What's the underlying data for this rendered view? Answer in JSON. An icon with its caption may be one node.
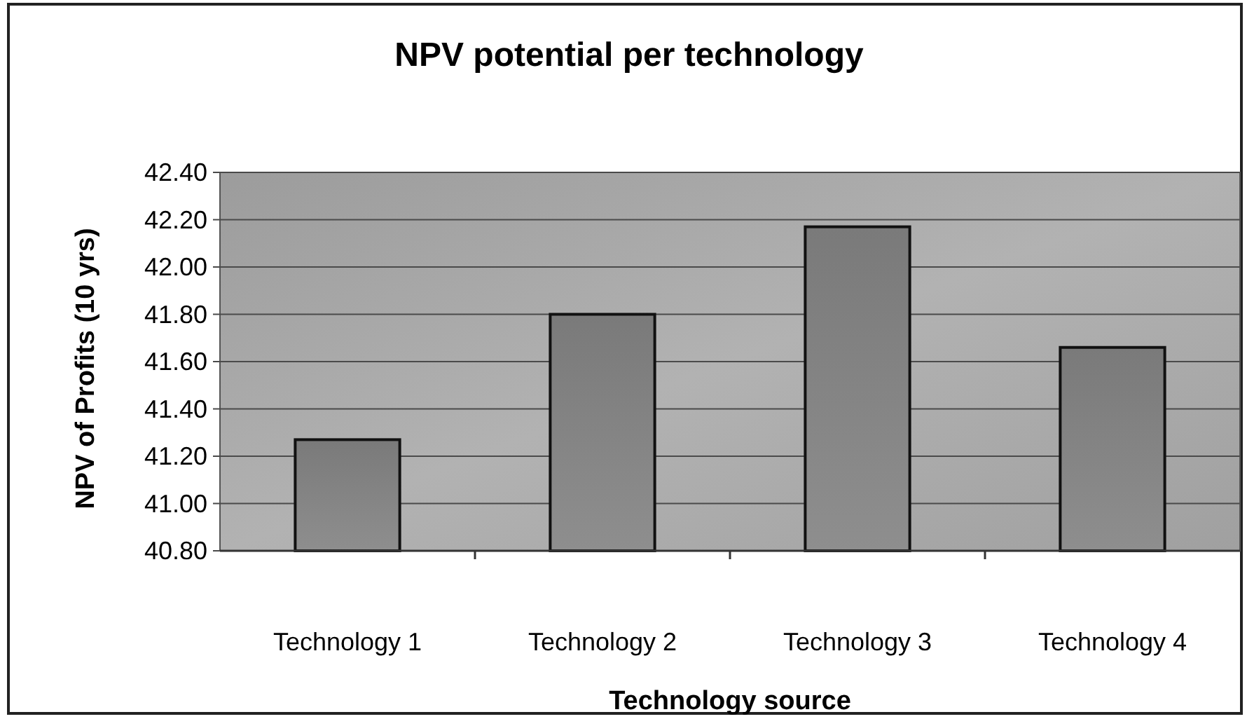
{
  "diagram": {
    "chart_data": {
      "type": "bar",
      "title": "NPV potential per technology",
      "xlabel": "Technology source",
      "ylabel": "NPV of Profits (10 yrs)",
      "categories": [
        "Technology 1",
        "Technology 2",
        "Technology 3",
        "Technology 4"
      ],
      "values": [
        41.27,
        41.8,
        42.17,
        41.66
      ],
      "ylim": [
        40.8,
        42.4
      ],
      "grid": true,
      "yticks": [
        {
          "value": 40.8,
          "label": "40.80"
        },
        {
          "value": 41.0,
          "label": "41.00"
        },
        {
          "value": 41.2,
          "label": "41.20"
        },
        {
          "value": 41.4,
          "label": "41.40"
        },
        {
          "value": 41.6,
          "label": "41.60"
        },
        {
          "value": 41.8,
          "label": "41.80"
        },
        {
          "value": 42.0,
          "label": "42.00"
        },
        {
          "value": 42.2,
          "label": "42.20"
        },
        {
          "value": 42.4,
          "label": "42.40"
        }
      ]
    }
  }
}
